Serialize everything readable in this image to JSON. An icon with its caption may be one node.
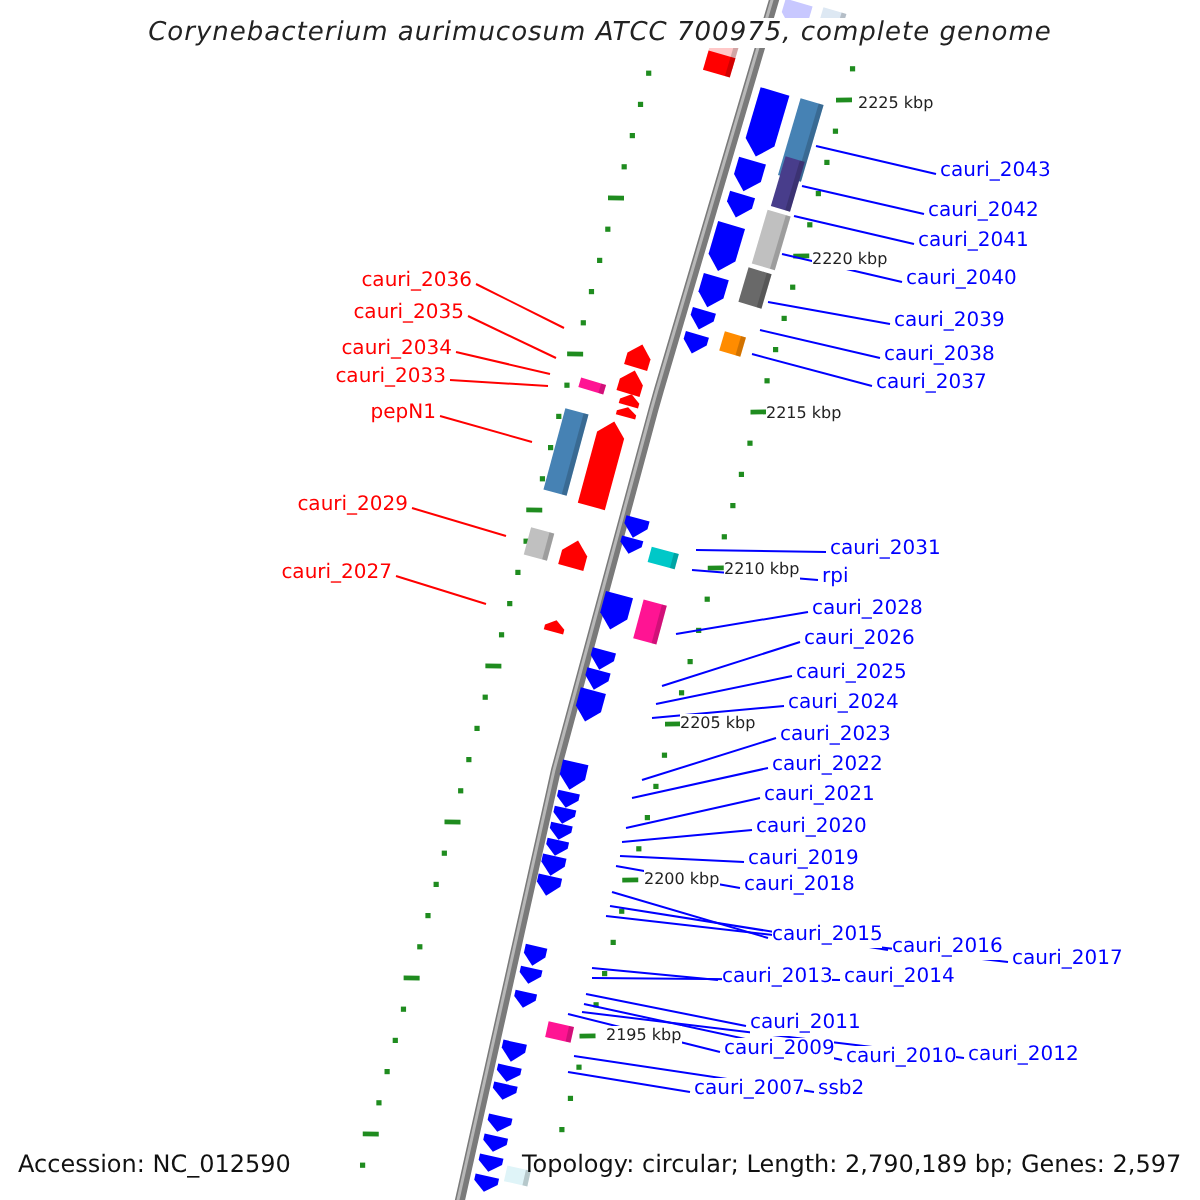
{
  "diagram": {
    "title": "Corynebacterium aurimucosum ATCC 700975, complete genome",
    "nodes": [
      {
        "text": [
          "cauri_2043"
        ]
      },
      {
        "text": [
          "cauri_2042"
        ]
      },
      {
        "text": [
          "cauri_2041"
        ]
      },
      {
        "text": [
          "cauri_2040"
        ]
      },
      {
        "text": [
          "cauri_2036"
        ]
      },
      {
        "text": [
          "cauri_2035"
        ]
      },
      {
        "text": [
          "cauri_2039"
        ]
      },
      {
        "text": [
          "cauri_2034"
        ]
      },
      {
        "text": [
          "cauri_2038"
        ]
      },
      {
        "text": [
          "cauri_2033"
        ]
      },
      {
        "text": [
          "cauri_2037"
        ]
      },
      {
        "text": [
          "pepN1"
        ]
      },
      {
        "text": [
          "cauri_2029"
        ]
      },
      {
        "text": [
          "cauri_2031"
        ]
      },
      {
        "text": [
          "cauri_2027"
        ]
      },
      {
        "text": [
          "rpi"
        ]
      },
      {
        "text": [
          "cauri_2028"
        ]
      },
      {
        "text": [
          "cauri_2026"
        ]
      },
      {
        "text": [
          "cauri_2025"
        ]
      },
      {
        "text": [
          "cauri_2024"
        ]
      },
      {
        "text": [
          "cauri_2023"
        ]
      },
      {
        "text": [
          "cauri_2022"
        ]
      },
      {
        "text": [
          "cauri_2021"
        ]
      },
      {
        "text": [
          "cauri_2020"
        ]
      },
      {
        "text": [
          "cauri_2019"
        ]
      },
      {
        "text": [
          "cauri_2018"
        ]
      },
      {
        "text": [
          "cauri_2015"
        ]
      },
      {
        "text": [
          "cauri_2016"
        ]
      },
      {
        "text": [
          "cauri_2017"
        ]
      },
      {
        "text": [
          "cauri_2013"
        ]
      },
      {
        "text": [
          "cauri_2014"
        ]
      },
      {
        "text": [
          "cauri_2011"
        ]
      },
      {
        "text": [
          "cauri_2012"
        ]
      },
      {
        "text": [
          "cauri_2009"
        ]
      },
      {
        "text": [
          "cauri_2010"
        ]
      },
      {
        "text": [
          "cauri_2007"
        ]
      },
      {
        "text": [
          "ssb2"
        ]
      }
    ],
    "edges": [
      {
        "from": 0,
        "to": null,
        "arrow": "none"
      },
      {
        "from": 1,
        "to": null,
        "arrow": "none"
      },
      {
        "from": 2,
        "to": null,
        "arrow": "none"
      },
      {
        "from": 3,
        "to": null,
        "arrow": "none"
      },
      {
        "from": 4,
        "to": null,
        "arrow": "none",
        "color": "#ff0000"
      },
      {
        "from": 5,
        "to": null,
        "arrow": "none",
        "color": "#ff0000"
      },
      {
        "from": 6,
        "to": null,
        "arrow": "none"
      },
      {
        "from": 7,
        "to": null,
        "arrow": "none",
        "color": "#ff0000"
      },
      {
        "from": 8,
        "to": null,
        "arrow": "none"
      },
      {
        "from": 9,
        "to": null,
        "arrow": "none",
        "color": "#ff0000"
      },
      {
        "from": 10,
        "to": null,
        "arrow": "none"
      },
      {
        "from": 11,
        "to": null,
        "arrow": "none",
        "color": "#ff0000"
      },
      {
        "from": 12,
        "to": null,
        "arrow": "none",
        "color": "#ff0000"
      },
      {
        "from": 13,
        "to": null,
        "arrow": "none"
      },
      {
        "from": 14,
        "to": null,
        "arrow": "none",
        "color": "#ff0000"
      },
      {
        "from": 15,
        "to": null,
        "arrow": "none"
      },
      {
        "from": 16,
        "to": null,
        "arrow": "none"
      },
      {
        "from": 17,
        "to": null,
        "arrow": "none"
      },
      {
        "from": 18,
        "to": null,
        "arrow": "none"
      },
      {
        "from": 19,
        "to": null,
        "arrow": "none"
      },
      {
        "from": 20,
        "to": null,
        "arrow": "none"
      },
      {
        "from": 21,
        "to": null,
        "arrow": "none"
      },
      {
        "from": 22,
        "to": null,
        "arrow": "none"
      },
      {
        "from": 23,
        "to": null,
        "arrow": "none"
      },
      {
        "from": 24,
        "to": null,
        "arrow": "none"
      },
      {
        "from": 25,
        "to": null,
        "arrow": "none"
      },
      {
        "from": 26,
        "to": null,
        "arrow": "none"
      },
      {
        "from": 27,
        "to": null,
        "arrow": "none"
      },
      {
        "from": 28,
        "to": null,
        "arrow": "none"
      },
      {
        "from": 29,
        "to": null,
        "arrow": "none"
      },
      {
        "from": 30,
        "to": null,
        "arrow": "none"
      },
      {
        "from": 31,
        "to": null,
        "arrow": "none"
      },
      {
        "from": 32,
        "to": null,
        "arrow": "none"
      },
      {
        "from": 33,
        "to": null,
        "arrow": "none"
      },
      {
        "from": 34,
        "to": null,
        "arrow": "none"
      },
      {
        "from": 35,
        "to": null,
        "arrow": "none"
      },
      {
        "from": 36,
        "to": null,
        "arrow": "none"
      }
    ],
    "labels": [
      "2225 kbp",
      "2220 kbp",
      "2215 kbp",
      "2210 kbp",
      "2205 kbp",
      "2200 kbp",
      "2195 kbp",
      "Accession: NC_012590",
      "Topology: circular; Length: 2,790,189 bp; Genes: 2,597"
    ]
  }
}
